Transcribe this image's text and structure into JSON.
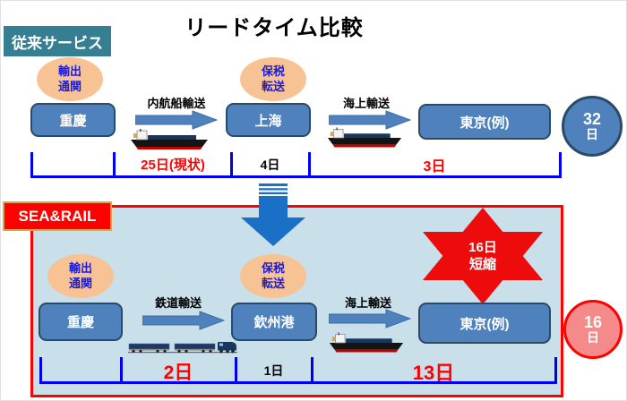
{
  "title": "リードタイム比較",
  "conventional": {
    "section_label": "従来サービス",
    "customs_oval": {
      "line1": "輸出",
      "line2": "通関"
    },
    "bonded_oval": {
      "line1": "保税",
      "line2": "転送"
    },
    "nodes": {
      "origin": "重慶",
      "mid": "上海",
      "dest": "東京(例)"
    },
    "transports": {
      "leg1": "内航船輸送",
      "leg2": "海上輸送"
    },
    "timeline": {
      "seg1": "25日(現状)",
      "seg2": "4日",
      "seg3": "3日"
    },
    "total": {
      "value": "32",
      "unit": "日"
    }
  },
  "searail": {
    "section_label": "SEA&RAIL",
    "customs_oval": {
      "line1": "輸出",
      "line2": "通関"
    },
    "bonded_oval": {
      "line1": "保税",
      "line2": "転送"
    },
    "nodes": {
      "origin": "重慶",
      "mid": "欽州港",
      "dest": "東京(例)"
    },
    "transports": {
      "leg1": "鉄道輸送",
      "leg2": "海上輸送"
    },
    "timeline": {
      "seg1": "2日",
      "seg2": "1日",
      "seg3": "13日"
    },
    "burst": {
      "line1": "16日",
      "line2": "短縮"
    },
    "total": {
      "value": "16",
      "unit": "日"
    }
  },
  "colors": {
    "node_blue": "#4F81BD",
    "node_border": "#2A4A68",
    "oval_peach": "#F7C394",
    "oval_text_blue": "#1C1CD6",
    "teal_header": "#367E92",
    "red": "#FF0000",
    "panel_light_blue": "#C9DFE9",
    "timeline_blue": "#0000F0",
    "big_arrow_blue": "#1A6FC7",
    "salmon_circle": "#F58A8A"
  }
}
